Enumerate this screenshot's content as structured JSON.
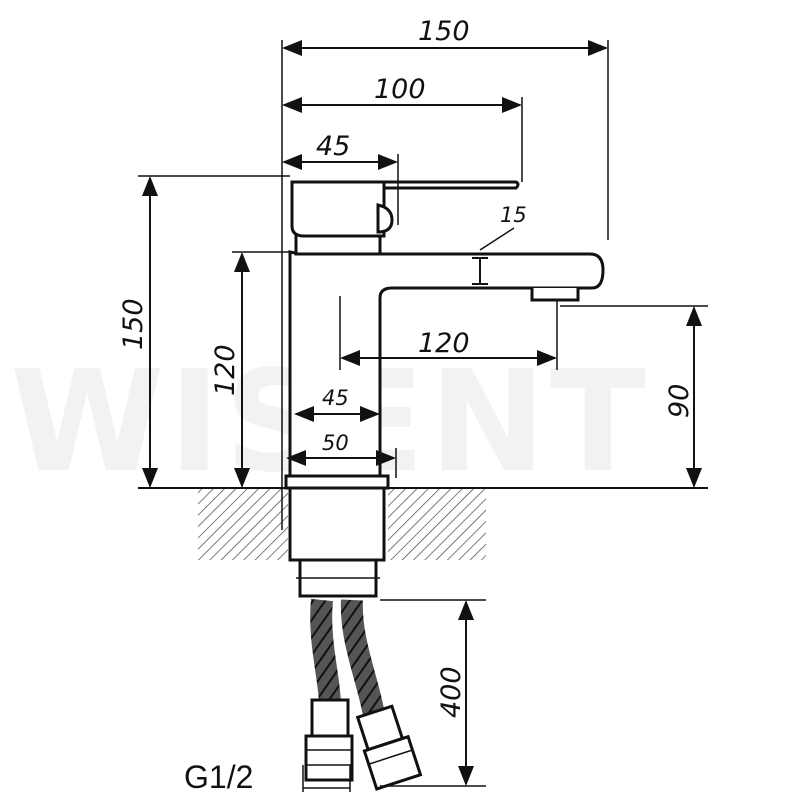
{
  "watermark": "WISENT",
  "dimensions": {
    "overall_length": "150",
    "handle_reach": "100",
    "handle_offset": "45",
    "spout_thickness": "15",
    "overall_height": "150",
    "body_height": "120",
    "spout_projection": "120",
    "spout_clearance": "90",
    "body_inner_width": "45",
    "base_width": "50",
    "hose_length": "400"
  },
  "connection_label": "G1/2"
}
